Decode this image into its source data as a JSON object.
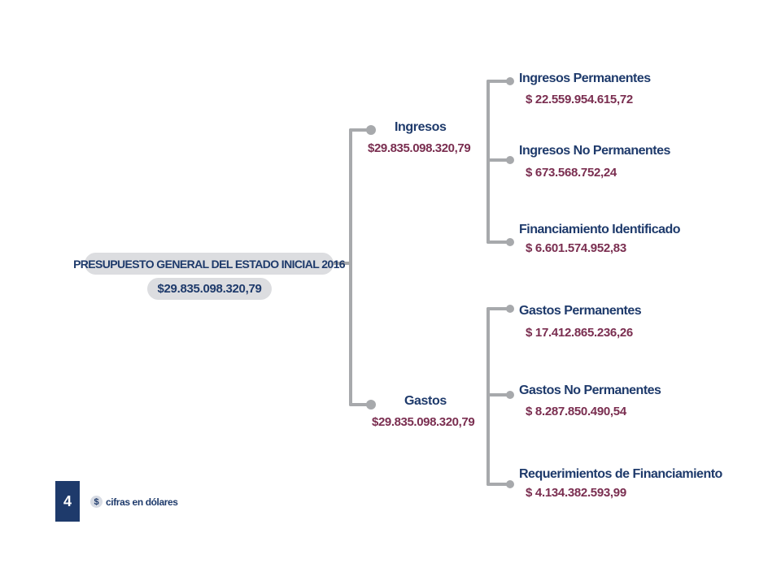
{
  "root": {
    "title": "PRESUPUESTO GENERAL DEL ESTADO INICIAL 2016",
    "value": "$29.835.098.320,79"
  },
  "branches": [
    {
      "label": "Ingresos",
      "value": "$29.835.098.320,79",
      "children": [
        {
          "label": "Ingresos Permanentes",
          "value": "$ 22.559.954.615,72"
        },
        {
          "label": "Ingresos No Permanentes",
          "value": "$ 673.568.752,24"
        },
        {
          "label": "Financiamiento Identificado",
          "value": "$ 6.601.574.952,83"
        }
      ]
    },
    {
      "label": "Gastos",
      "value": "$29.835.098.320,79",
      "children": [
        {
          "label": "Gastos Permanentes",
          "value": "$ 17.412.865.236,26"
        },
        {
          "label": "Gastos No Permanentes",
          "value": "$ 8.287.850.490,54"
        },
        {
          "label": "Requerimientos de Financiamiento",
          "value": "$ 4.134.382.593,99"
        }
      ]
    }
  ],
  "footer": {
    "page_number": "4",
    "currency_symbol": "$",
    "currency_note": "cifras en dólares"
  },
  "colors": {
    "label": "#1e3a6b",
    "value": "#7a2e50",
    "connector": "#a7a9ac",
    "pill": "#dcdde0"
  }
}
